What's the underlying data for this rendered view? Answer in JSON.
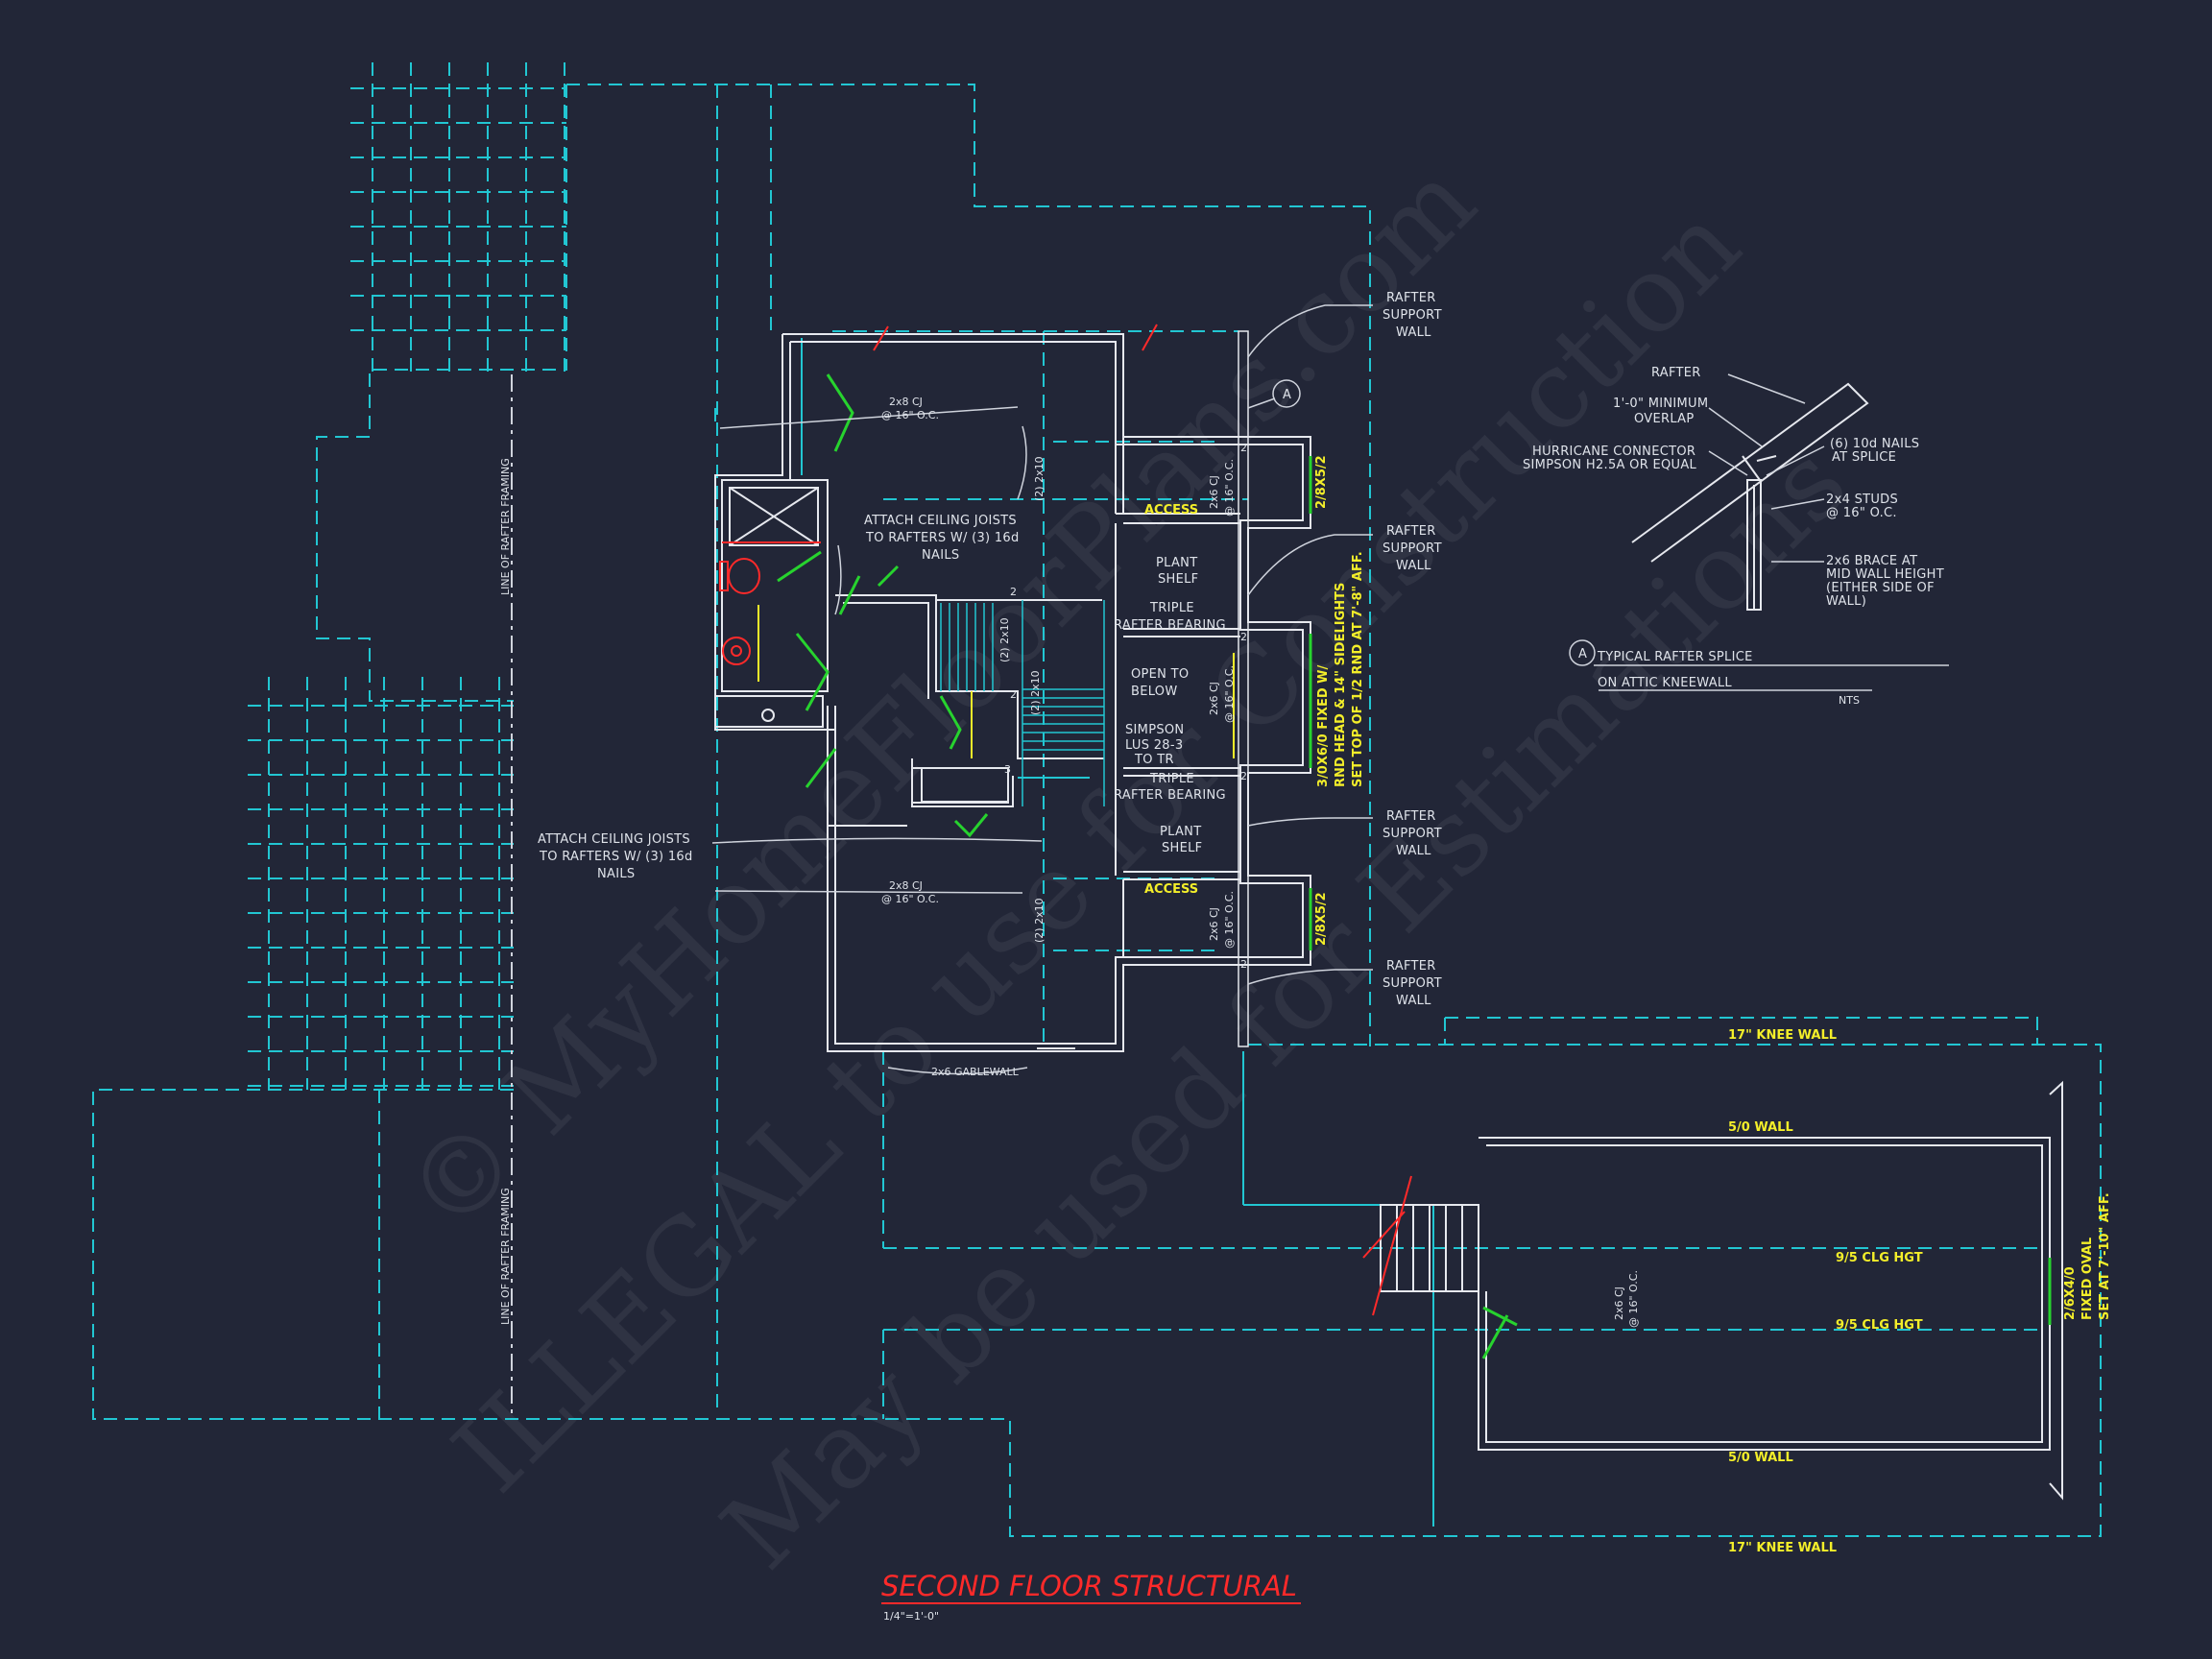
{
  "drawing": {
    "title": "SECOND FLOOR STRUCTURAL",
    "scale": "1/4\"=1'-0\""
  },
  "watermark": {
    "line1": "© MyHomeFloorPlans.com",
    "line2": "ILLEGAL to use for Construction",
    "line3": "May be used for Estimations"
  },
  "detail": {
    "tag": "A",
    "title_line1": "TYPICAL RAFTER SPLICE",
    "title_line2": "ON ATTIC KNEEWALL",
    "nts": "NTS",
    "rafter": "RAFTER",
    "overlap1": "1'-0\" MINIMUM",
    "overlap2": "OVERLAP",
    "hurricane1": "HURRICANE CONNECTOR",
    "hurricane2": "SIMPSON H2.5A OR EQUAL",
    "nails1": "(6) 10d NAILS",
    "nails2": "AT SPLICE",
    "studs1": "2x4 STUDS",
    "studs2": "@ 16\" O.C.",
    "brace1": "2x6 BRACE AT",
    "brace2": "MID WALL HEIGHT",
    "brace3": "(EITHER SIDE OF",
    "brace4": "WALL)"
  },
  "notes": {
    "line_of_rafter_framing": "LINE OF RAFTER FRAMING",
    "attach1": "ATTACH CEILING JOISTS",
    "attach2": "TO RAFTERS W/ (3) 16d",
    "attach3": "NAILS",
    "cj_2x8": "2x8 CJ",
    "oc16": "@ 16\" O.C.",
    "cj_2x6": "2x6 CJ",
    "two_2x10": "(2) 2x10",
    "access": "ACCESS",
    "plant": "PLANT",
    "shelf": "SHELF",
    "triple": "TRIPLE",
    "rafter_bearing": "RAFTER BEARING",
    "open_to": "OPEN TO",
    "below": "BELOW",
    "simpson": "SIMPSON",
    "lus": "LUS 28-3",
    "to_tr": "TO TR",
    "rafter": "RAFTER",
    "support": "SUPPORT",
    "wall": "WALL",
    "gablewall": "2x6 GABLEWALL",
    "header_2_8x5_2": "2/8X5/2",
    "window_note1": "3/0X6/0 FIXED W/",
    "window_note2": "RND HEAD & 14\" SIDELIGHTS",
    "window_note3": "SET TOP OF 1/2 RND AT 7'-8\" AFF.",
    "knee17": "17\" KNEE WALL",
    "wall50": "5/0 WALL",
    "clg95": "9/5 CLG HGT",
    "oval1": "2/6X4/0",
    "oval2": "FIXED OVAL",
    "oval3": "SET AT 7'-10\" AFF.",
    "mark2": "2",
    "mark3": "3"
  },
  "colors": {
    "background": "#222637",
    "cyan_dashed": "#22c6d2",
    "walls": "#e6e8ee",
    "doors": "#27d32e",
    "title_red": "#ff2a2a",
    "yellow_text": "#f3ee2a"
  }
}
